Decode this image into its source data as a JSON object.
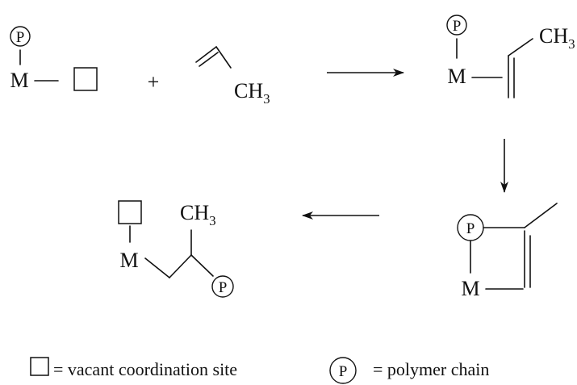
{
  "scheme": {
    "metal": "M",
    "polymer_symbol": "P",
    "plus": "+",
    "methyl": "CH",
    "methyl_sub": "3"
  },
  "legend": {
    "vacant_label": "= vacant coordination site",
    "polymer_label": "=  polymer chain"
  }
}
